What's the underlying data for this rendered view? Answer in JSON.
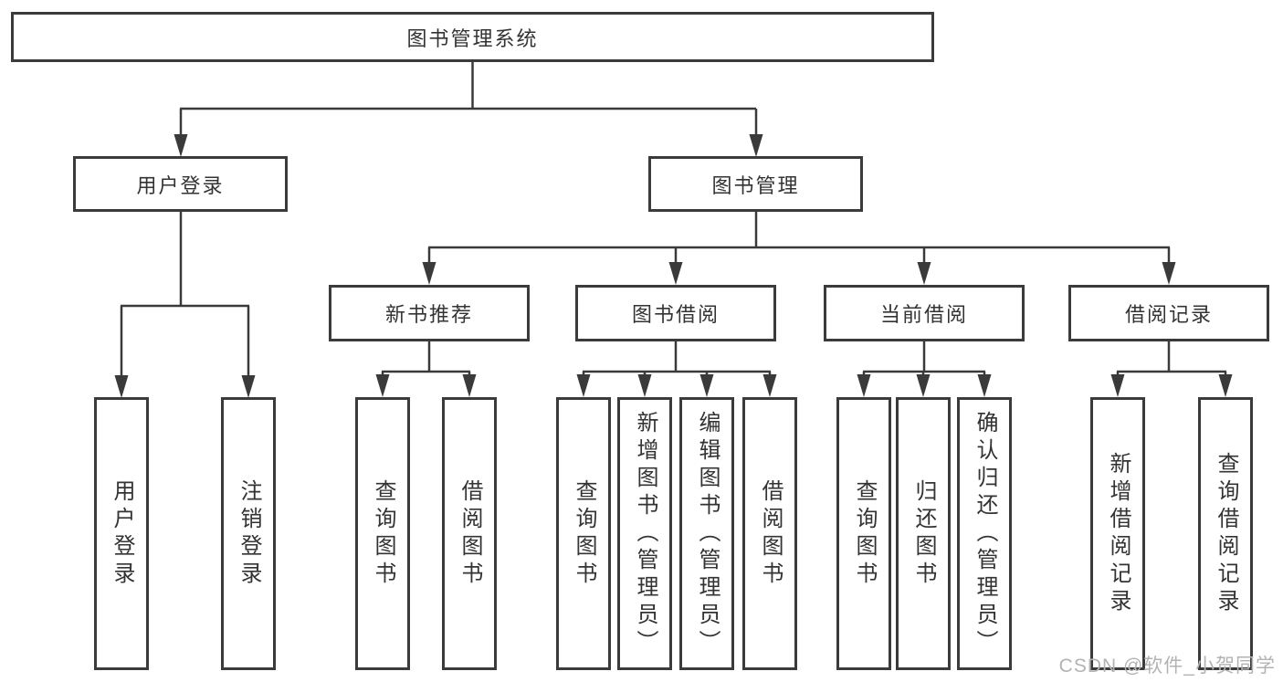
{
  "diagram": {
    "root": {
      "label": "图书管理系统"
    },
    "branches": [
      {
        "label": "用户登录",
        "children": [
          "用户登录",
          "注销登录"
        ]
      },
      {
        "label": "图书管理",
        "groups": [
          {
            "label": "新书推荐",
            "children": [
              "查询图书",
              "借阅图书"
            ]
          },
          {
            "label": "图书借阅",
            "children": [
              "查询图书",
              "新增图书（管理员）",
              "编辑图书（管理员）",
              "借阅图书"
            ]
          },
          {
            "label": "当前借阅",
            "children": [
              "查询图书",
              "归还图书",
              "确认归还（管理员）"
            ]
          },
          {
            "label": "借阅记录",
            "children": [
              "新增借阅记录",
              "查询借阅记录"
            ]
          }
        ]
      }
    ]
  },
  "watermark": {
    "text": "CSDN @软件_小贺同学"
  },
  "colors": {
    "line": "#3a3a3a",
    "box_border": "#3b3b3b",
    "text": "#333333",
    "watermark": "#b3b3b3",
    "background": "#ffffff"
  }
}
